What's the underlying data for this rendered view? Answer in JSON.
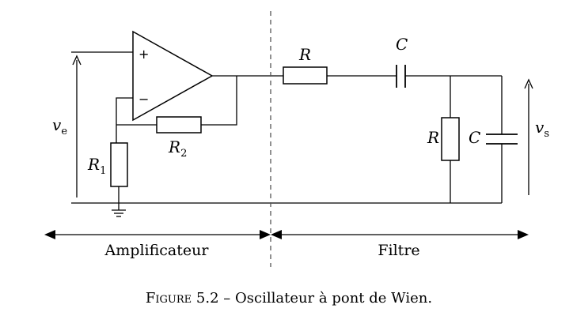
{
  "opamp": {
    "plus": "+",
    "minus": "−"
  },
  "labels": {
    "ve": "v",
    "ve_sub": "e",
    "vs": "v",
    "vs_sub": "s",
    "r1": "R",
    "r1_sub": "1",
    "r2": "R",
    "r2_sub": "2",
    "r_series": "R",
    "c_series": "C",
    "r_parallel": "R",
    "c_parallel": "C"
  },
  "sections": {
    "left": "Amplificateur",
    "right": "Filtre"
  },
  "caption": {
    "prefix": "Figure",
    "number": "5.2",
    "text": "– Oscillateur à pont de Wien."
  }
}
